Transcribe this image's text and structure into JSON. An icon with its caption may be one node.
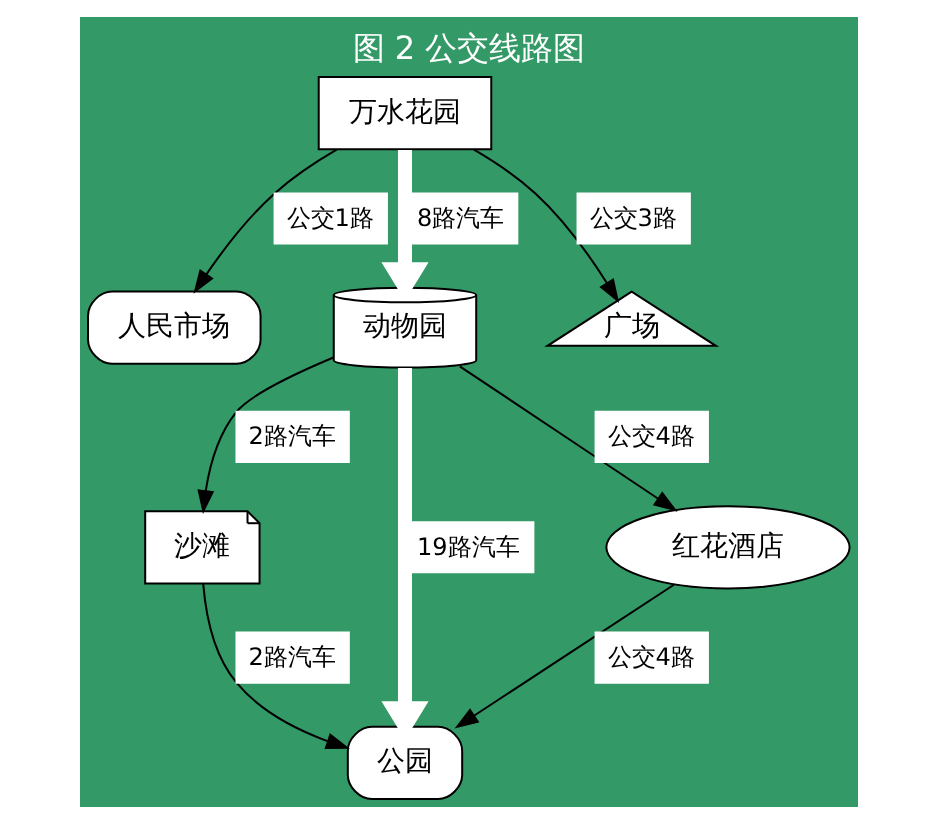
{
  "diagram": {
    "title": "图 2 公交线路图",
    "nodes": [
      {
        "text": [
          "万水花园"
        ]
      },
      {
        "text": [
          "人民市场"
        ]
      },
      {
        "text": [
          "动物园"
        ]
      },
      {
        "text": [
          "广场"
        ]
      },
      {
        "text": [
          "沙滩"
        ]
      },
      {
        "text": [
          "红花酒店"
        ]
      },
      {
        "text": [
          "公园"
        ]
      }
    ],
    "edges": [
      {
        "from": 0,
        "to": 1,
        "arrow": "to",
        "label": "公交1路"
      },
      {
        "from": 0,
        "to": 2,
        "arrow": "to",
        "label": "8路汽车",
        "style": "thick",
        "color": "#ffffff"
      },
      {
        "from": 0,
        "to": 3,
        "arrow": "to",
        "label": "公交3路"
      },
      {
        "from": 2,
        "to": 4,
        "arrow": "to",
        "label": "2路汽车"
      },
      {
        "from": 2,
        "to": 6,
        "arrow": "to",
        "label": "19路汽车",
        "style": "thick",
        "color": "#ffffff"
      },
      {
        "from": 2,
        "to": 5,
        "arrow": "to",
        "label": "公交4路"
      },
      {
        "from": 4,
        "to": 6,
        "arrow": "to",
        "label": "2路汽车"
      },
      {
        "from": 5,
        "to": 6,
        "arrow": "to",
        "label": "公交4路"
      }
    ]
  }
}
